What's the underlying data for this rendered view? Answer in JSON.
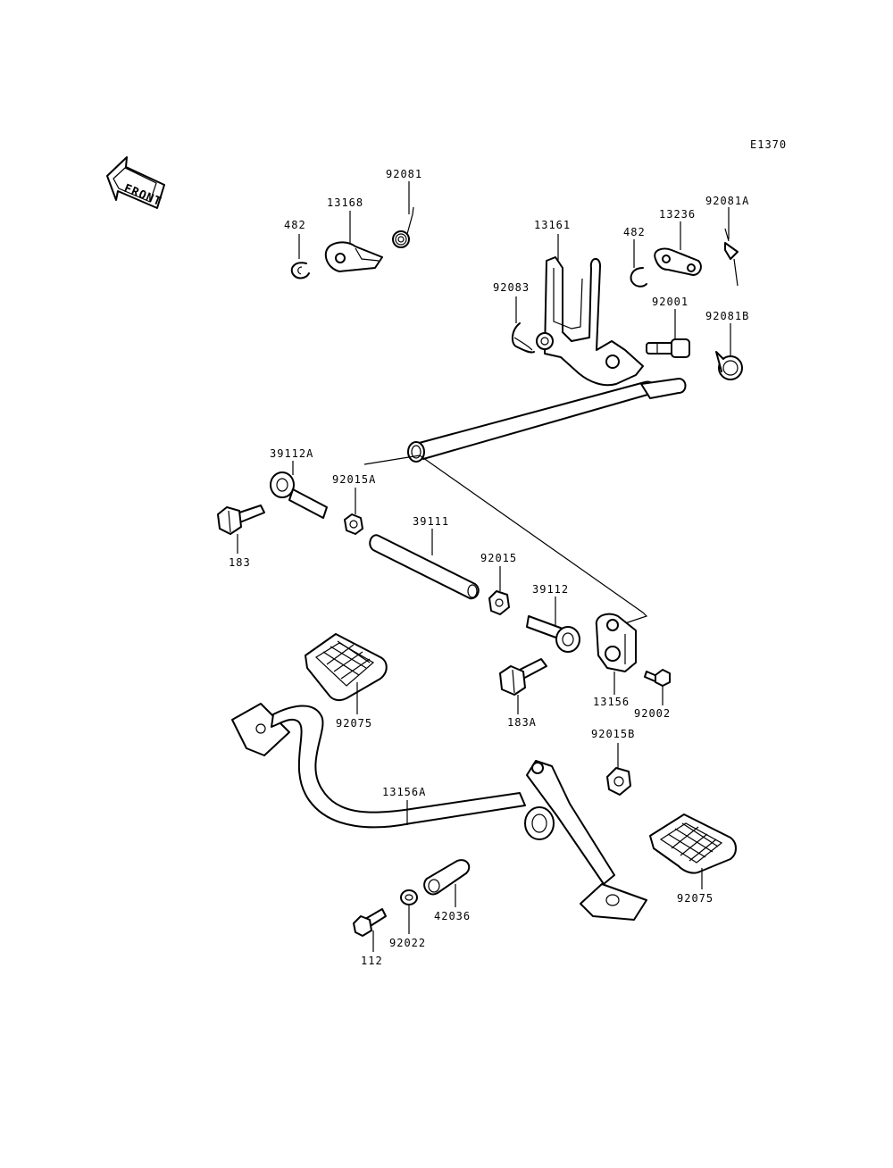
{
  "diagram_code": "E1370",
  "front_label": "FRONT",
  "labels": {
    "p482a": "482",
    "p13168": "13168",
    "p92081": "92081",
    "p13161": "13161",
    "p482b": "482",
    "p13236": "13236",
    "p92081A": "92081A",
    "p92083": "92083",
    "p92001": "92001",
    "p92081B": "92081B",
    "p39112A": "39112A",
    "p92015A": "92015A",
    "p183": "183",
    "p39111": "39111",
    "p92015": "92015",
    "p39112": "39112",
    "p13156": "13156",
    "p92002": "92002",
    "p183A": "183A",
    "p92075a": "92075",
    "p92015B": "92015B",
    "p13156A": "13156A",
    "p92075b": "92075",
    "p42036": "42036",
    "p92022": "92022",
    "p112": "112"
  }
}
